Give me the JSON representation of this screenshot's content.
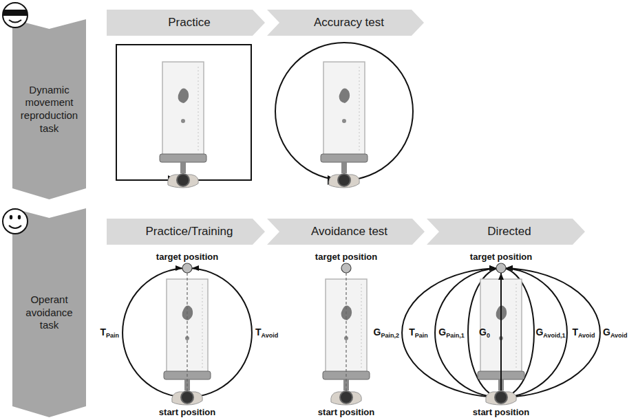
{
  "diagram": {
    "nodes": [
      {
        "text": [
          "Dynamic movement reproduction task"
        ]
      },
      {
        "text": [
          "Practice"
        ]
      },
      {
        "text": [
          "Accuracy test"
        ]
      },
      {
        "text": [
          "Operant avoidance task"
        ]
      },
      {
        "text": [
          "Practice/Training"
        ]
      },
      {
        "text": [
          "Avoidance test"
        ]
      },
      {
        "text": [
          "Directed"
        ]
      }
    ],
    "labels": [
      "target position",
      "start position",
      "TPain",
      "TAvoid",
      "target position",
      "start position",
      "target position",
      "GPain,2",
      "TPain",
      "GPain,1",
      "G0",
      "GAvoid,1",
      "TAvoid",
      "start position",
      "GAvoid"
    ]
  }
}
